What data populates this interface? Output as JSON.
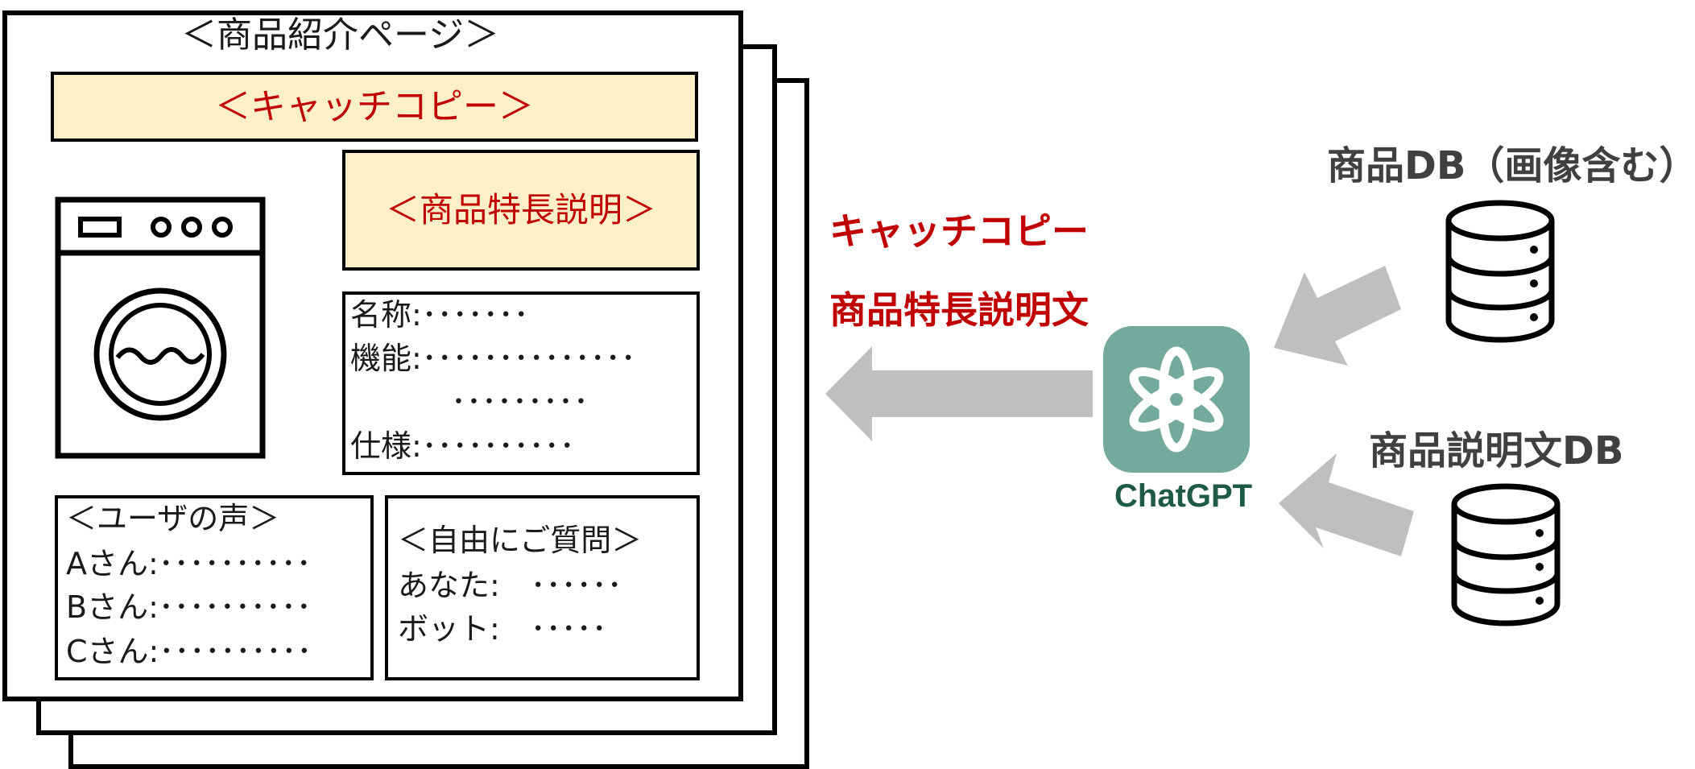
{
  "page_title": "＜商品紹介ページ＞",
  "catch_copy_box": "＜キャッチコピー＞",
  "feature_box": "＜商品特長説明＞",
  "spec_box": {
    "name": "名称:･･･････",
    "function_1": "機能:･･････････････",
    "function_2": "･････････",
    "spec": "仕様:･･････････"
  },
  "reviews_box": {
    "title": "＜ユーザの声＞",
    "a": "Aさん:･･････････",
    "b": "Bさん:･･････････",
    "c": "Cさん:･･････････"
  },
  "qa_box": {
    "title": "＜自由にご質問＞",
    "you": "あなた:　･･････",
    "bot": "ボット:　･････"
  },
  "output_labels": {
    "catch_copy": "キャッチコピー",
    "feature_text": "商品特長説明文"
  },
  "chatgpt_label": "ChatGPT",
  "databases": {
    "product_db": "商品DB（画像含む）",
    "description_db": "商品説明文DB"
  },
  "colors": {
    "accent_red": "#c00000",
    "highlight_fill": "#fdf0c8",
    "chatgpt_teal": "#74aa9c",
    "chatgpt_text": "#1f5a44",
    "arrow_grey": "#bfbfbf",
    "db_label_grey": "#404040"
  },
  "icons": [
    "washing-machine-icon",
    "chatgpt-logo-icon",
    "database-icon",
    "arrow-left-icon"
  ]
}
